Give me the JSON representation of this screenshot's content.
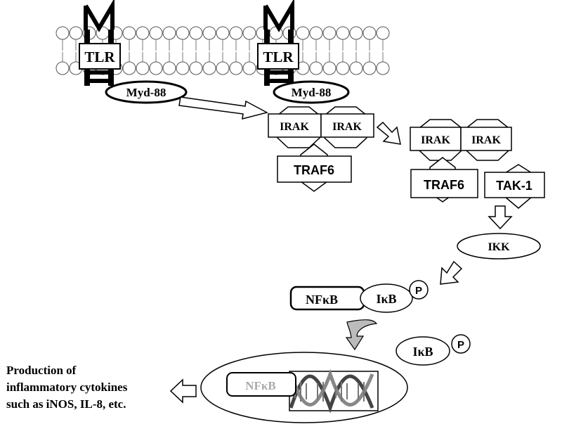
{
  "colors": {
    "line": "#000000",
    "background": "#ffffff",
    "nfkb_nucleus_text": "#aaaaaa"
  },
  "labels": {
    "tlr": "TLR",
    "myd88": "Myd-88",
    "irak": "IRAK",
    "traf6": "TRAF6",
    "tak1": "TAK-1",
    "ikk": "IKK",
    "nfkb": "NFκB",
    "ikb": "IκB",
    "phospho": "P",
    "output_line1": "Production of",
    "output_line2": "inflammatory cytokines",
    "output_line3": "such as iNOS, IL-8, etc."
  }
}
